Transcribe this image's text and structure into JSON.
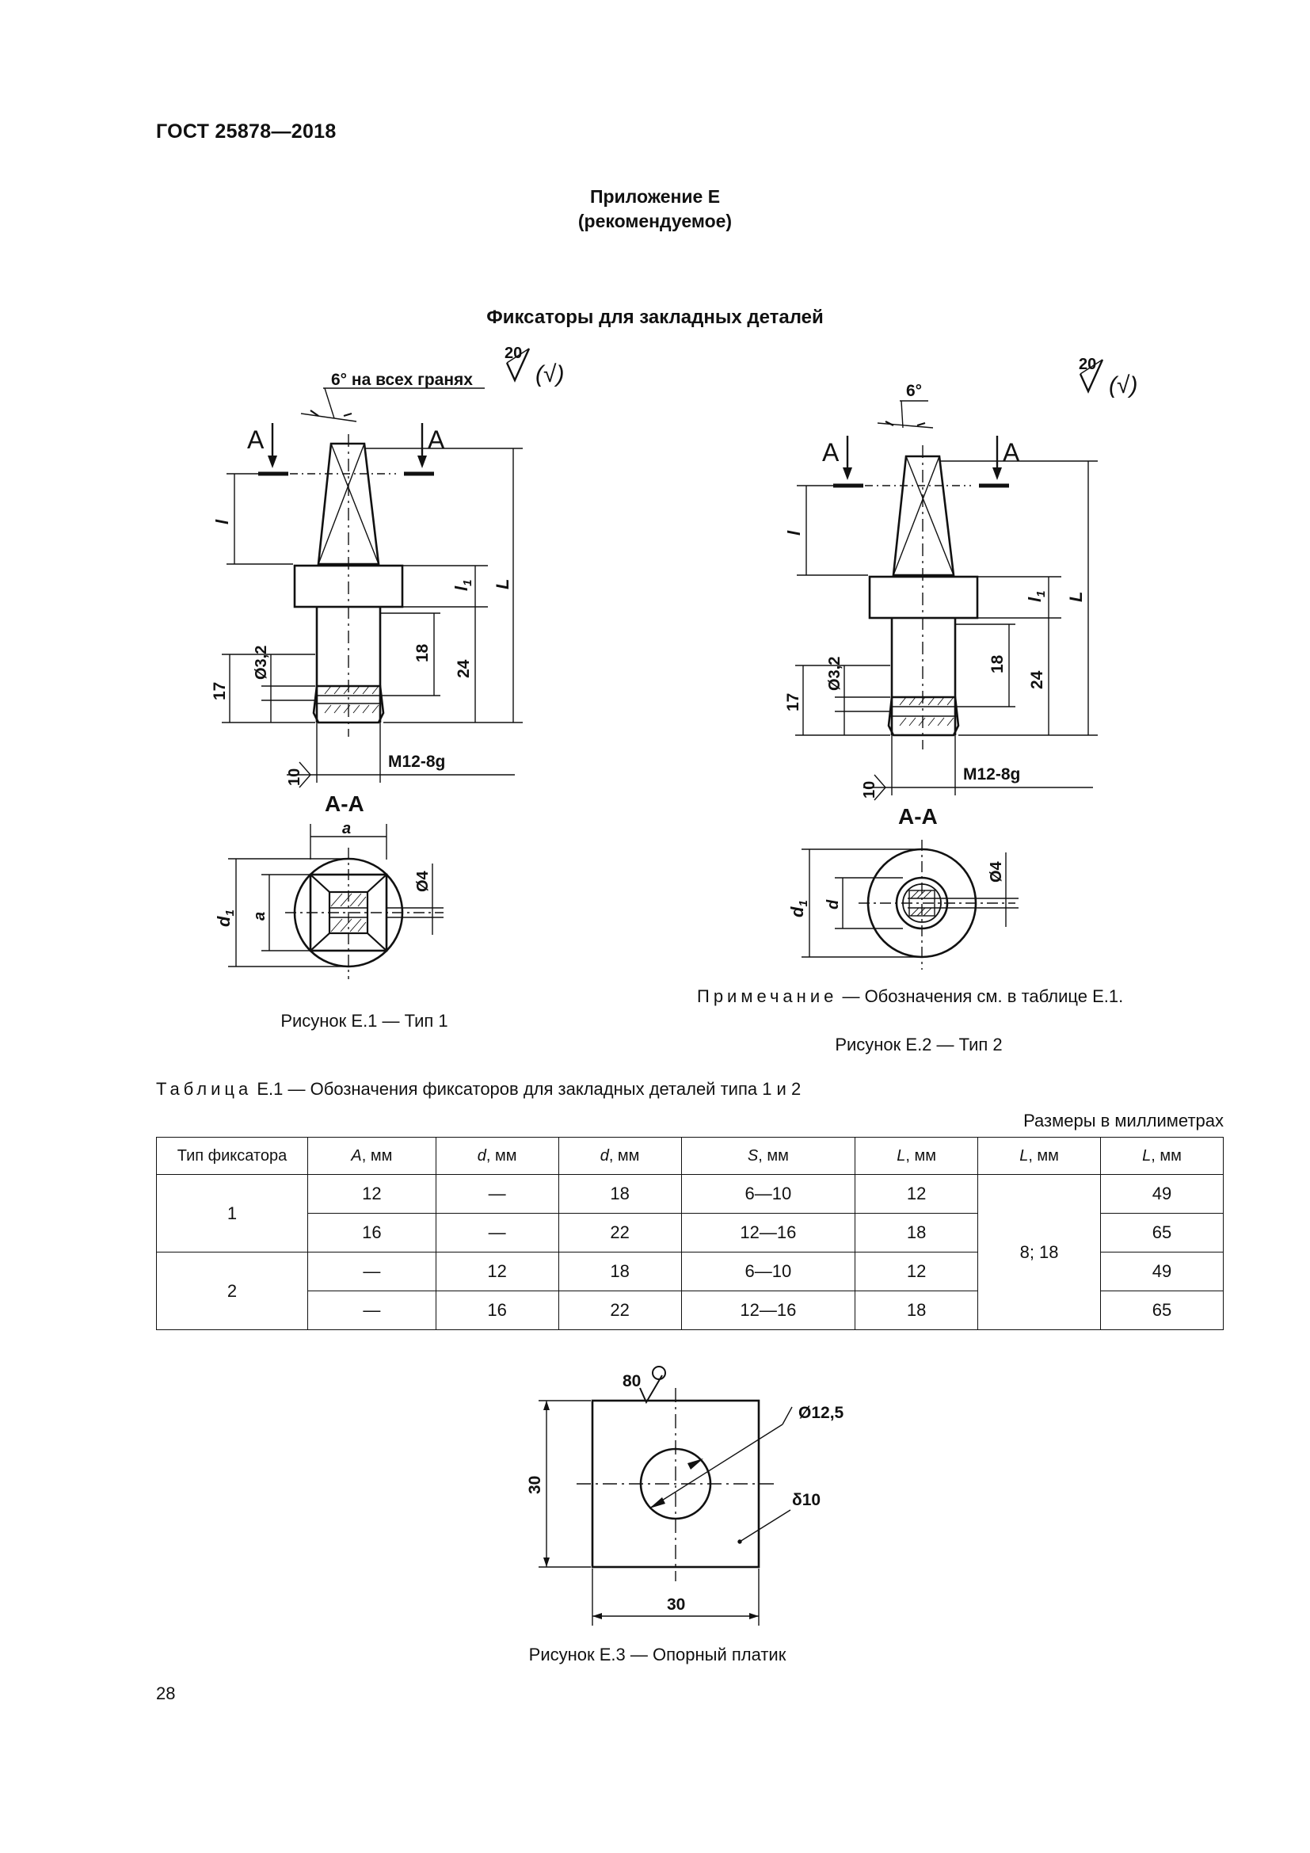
{
  "header": {
    "standard": "ГОСТ 25878—2018"
  },
  "appendix": {
    "title": "Приложение Е",
    "status": "(рекомендуемое)"
  },
  "section_title": "Фиксаторы для закладных деталей",
  "figure1": {
    "roughness_value": "20",
    "roughness_note": "(√)",
    "angle_note": "6° на всех гранях",
    "section_label": "А",
    "dims": {
      "l": "l",
      "l1": "l",
      "l1_sub": "1",
      "L": "L",
      "d18": "18",
      "d24": "24",
      "d17": "17",
      "dia": "Ø3,2",
      "ten": "10",
      "thread": "M12-8g"
    },
    "section_title": "А-А",
    "section_dims": {
      "a_top": "a",
      "a_side": "a",
      "d1": "d",
      "d1_sub": "1",
      "dia4": "Ø4"
    },
    "caption": "Рисунок Е.1 — Тип 1"
  },
  "figure2": {
    "roughness_value": "20",
    "roughness_note": "(√)",
    "angle_note": "6°",
    "section_label": "А",
    "dims": {
      "l": "l",
      "l1": "l",
      "l1_sub": "1",
      "L": "L",
      "d18": "18",
      "d24": "24",
      "d17": "17",
      "dia": "Ø3,2",
      "ten": "10",
      "thread": "M12-8g"
    },
    "section_title": "А-А",
    "section_dims": {
      "d": "d",
      "d1": "d",
      "d1_sub": "1",
      "dia4": "Ø4"
    },
    "note_label": "Примечание",
    "note_text": " — Обозначения см. в таблице Е.1.",
    "caption": "Рисунок Е.2 — Тип 2"
  },
  "table": {
    "label": "Таблица",
    "caption": " Е.1 — Обозначения фиксаторов для закладных деталей типа 1 и 2",
    "units": "Размеры в миллиметрах",
    "headers": [
      {
        "sym": "",
        "unit": "Тип фиксатора"
      },
      {
        "sym": "A",
        "unit": ", мм"
      },
      {
        "sym": "d",
        "unit": ", мм"
      },
      {
        "sym": "d",
        "unit": ", мм"
      },
      {
        "sym": "S",
        "unit": ", мм"
      },
      {
        "sym": "L",
        "unit": ", мм"
      },
      {
        "sym": "L",
        "unit": ", мм"
      },
      {
        "sym": "L",
        "unit": ", мм"
      }
    ],
    "type_1": "1",
    "type_2": "2",
    "shared_L": "8; 18",
    "rows": [
      [
        "12",
        "—",
        "18",
        "6—10",
        "12",
        "49"
      ],
      [
        "16",
        "—",
        "22",
        "12—16",
        "18",
        "65"
      ],
      [
        "—",
        "12",
        "18",
        "6—10",
        "12",
        "49"
      ],
      [
        "—",
        "16",
        "22",
        "12—16",
        "18",
        "65"
      ]
    ]
  },
  "figure3": {
    "roughness": "80",
    "diameter": "Ø12,5",
    "thickness": "δ10",
    "height": "30",
    "width": "30",
    "caption": "Рисунок Е.3 — Опорный платик"
  },
  "page_number": "28"
}
